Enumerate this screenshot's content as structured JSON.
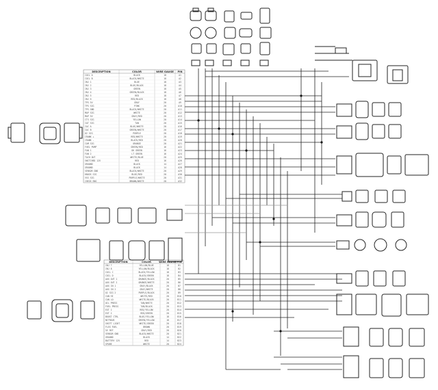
{
  "upper_table": {
    "headers": [
      "DESCRIPTION",
      "COLOR",
      "WIRE GAUGE",
      "PIN"
    ],
    "rows": [
      [
        "COIL A",
        "BLACK",
        "18",
        "A1"
      ],
      [
        "COIL B",
        "BLACK/WHITE",
        "18",
        "A2"
      ],
      [
        "INJ 1",
        "BLUE",
        "18",
        "A3"
      ],
      [
        "INJ 2",
        "BLUE/BLACK",
        "18",
        "A4"
      ],
      [
        "INJ 3",
        "GREEN",
        "18",
        "A5"
      ],
      [
        "INJ 4",
        "GREEN/BLACK",
        "18",
        "A6"
      ],
      [
        "INJ 5",
        "RED",
        "18",
        "A7"
      ],
      [
        "INJ 6",
        "RED/BLACK",
        "18",
        "A8"
      ],
      [
        "TPS 5V",
        "GRAY",
        "20",
        "A9"
      ],
      [
        "TPS SIG",
        "PINK",
        "20",
        "A10"
      ],
      [
        "TPS GND",
        "BLACK/WHITE",
        "20",
        "A11"
      ],
      [
        "MAP SIG",
        "WHITE",
        "20",
        "A12"
      ],
      [
        "MAP 5V",
        "GRAY/RED",
        "20",
        "A13"
      ],
      [
        "CTS SIG",
        "YELLOW",
        "20",
        "A14"
      ],
      [
        "IAT SIG",
        "TAN",
        "20",
        "A15"
      ],
      [
        "IAC A",
        "BLUE/WHITE",
        "20",
        "A16"
      ],
      [
        "IAC B",
        "GREEN/WHITE",
        "20",
        "A17"
      ],
      [
        "O2 SIG",
        "PURPLE",
        "20",
        "A18"
      ],
      [
        "CRANK +",
        "RED/WHITE",
        "20",
        "A19"
      ],
      [
        "CRANK -",
        "BLACK/RED",
        "20",
        "A20"
      ],
      [
        "CAM SIG",
        "ORANGE",
        "20",
        "A21"
      ],
      [
        "FUEL PUMP",
        "GREEN/RED",
        "16",
        "A22"
      ],
      [
        "FAN 1",
        "DK GREEN",
        "16",
        "A23"
      ],
      [
        "FAN 2",
        "LT GREEN",
        "16",
        "A24"
      ],
      [
        "TACH OUT",
        "WHITE/BLUE",
        "20",
        "A25"
      ],
      [
        "SWITCHED 12V",
        "RED",
        "16",
        "A26"
      ],
      [
        "GROUND",
        "BLACK",
        "14",
        "A27"
      ],
      [
        "GROUND",
        "BLACK",
        "14",
        "A28"
      ],
      [
        "SENSOR GND",
        "BLACK/WHITE",
        "20",
        "A29"
      ],
      [
        "KNOCK SIG",
        "BLUE/RED",
        "20",
        "A30"
      ],
      [
        "VSS SIG",
        "PURPLE/WHITE",
        "20",
        "A31"
      ],
      [
        "CHECK ENG",
        "BROWN/WHITE",
        "20",
        "A32"
      ]
    ]
  },
  "lower_table": {
    "headers": [
      "DESCRIPTION",
      "COLOR",
      "WIRE GAUGE",
      "PIN"
    ],
    "rows": [
      [
        "INJ 7",
        "YELLOW/BLUE",
        "18",
        "B1"
      ],
      [
        "INJ 8",
        "YELLOW/BLACK",
        "18",
        "B2"
      ],
      [
        "COIL C",
        "BLACK/YELLOW",
        "18",
        "B3"
      ],
      [
        "COIL D",
        "BLACK/GREEN",
        "18",
        "B4"
      ],
      [
        "AUX OUT 1",
        "ORANGE/BLACK",
        "20",
        "B5"
      ],
      [
        "AUX OUT 2",
        "ORANGE/WHITE",
        "20",
        "B6"
      ],
      [
        "AUX IN 1",
        "GRAY/BLACK",
        "20",
        "B7"
      ],
      [
        "AUX IN 2",
        "GRAY/WHITE",
        "20",
        "B8"
      ],
      [
        "O2 SIG 2",
        "PURPLE/BLACK",
        "20",
        "B9"
      ],
      [
        "CAN HI",
        "WHITE/RED",
        "20",
        "B10"
      ],
      [
        "CAN LO",
        "WHITE/BLACK",
        "20",
        "B11"
      ],
      [
        "OIL PRESS",
        "TAN/WHITE",
        "20",
        "B12"
      ],
      [
        "FUEL PRESS",
        "TAN/BLACK",
        "20",
        "B13"
      ],
      [
        "EGT 1",
        "RED/YELLOW",
        "20",
        "B14"
      ],
      [
        "EGT 2",
        "RED/GREEN",
        "20",
        "B15"
      ],
      [
        "BOOST CTRL",
        "BLUE/YELLOW",
        "18",
        "B16"
      ],
      [
        "NITROUS",
        "GREEN/YELLOW",
        "18",
        "B17"
      ],
      [
        "SHIFT LIGHT",
        "WHITE/GREEN",
        "20",
        "B18"
      ],
      [
        "FLEX FUEL",
        "BROWN",
        "20",
        "B19"
      ],
      [
        "5V REF",
        "GRAY/RED",
        "20",
        "B20"
      ],
      [
        "SENSOR GND",
        "BLACK/WHITE",
        "20",
        "B21"
      ],
      [
        "GROUND",
        "BLACK",
        "14",
        "B22"
      ],
      [
        "BATTERY 12V",
        "RED",
        "14",
        "B23"
      ],
      [
        "SPARE",
        "WHITE",
        "20",
        "B24"
      ]
    ]
  }
}
